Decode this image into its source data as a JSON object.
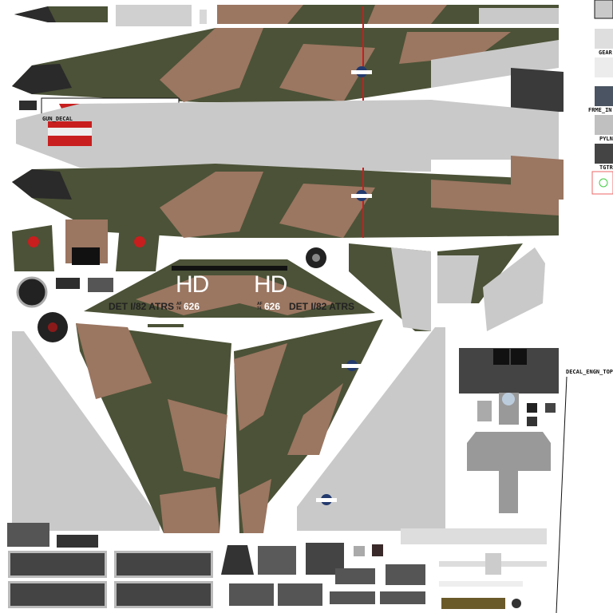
{
  "labels": {
    "gun_decal": "GUN_DECAL",
    "gear": "GEAR",
    "frame_in": "FRME_IN",
    "pylon": "PYLN",
    "target": "TGTR",
    "decal_engine_top": "DECAL_ENGN_TOP"
  },
  "tail_markings": {
    "left": {
      "code": "HD",
      "unit": "DET I/82 ATRS",
      "af": "AF",
      "year": "74",
      "serial": "626"
    },
    "right": {
      "code": "HD",
      "unit": "DET I/82 ATRS",
      "af": "AF",
      "year": "74",
      "serial": "626"
    }
  },
  "colors": {
    "camo_green": "#4b5237",
    "camo_brown": "#9b7661",
    "camo_dark": "#3c4330",
    "light_gray": "#c9c9c9",
    "frame_blue": "#4a5462",
    "stripe_red": "#c81e1e"
  }
}
